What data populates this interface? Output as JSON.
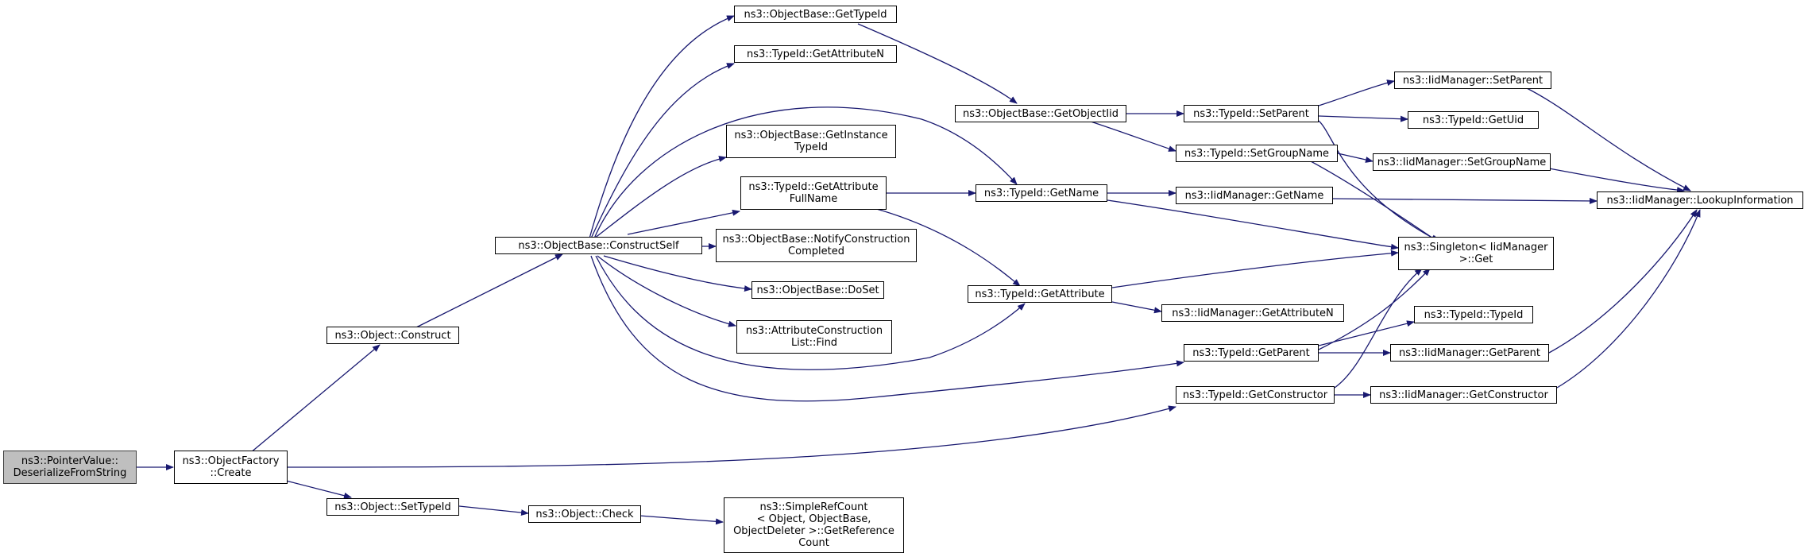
{
  "colors": {
    "edge": "#191970",
    "node_border": "#000000",
    "root_fill": "#bfbfbf",
    "node_fill": "#ffffff"
  },
  "nodes": {
    "root": "ns3::PointerValue::\nDeserializeFromString",
    "objfactory_create": "ns3::ObjectFactory\n::Create",
    "object_construct": "ns3::Object::Construct",
    "object_settypeid": "ns3::Object::SetTypeId",
    "object_check": "ns3::Object::Check",
    "simplerefcount": "ns3::SimpleRefCount\n< Object, ObjectBase,\n ObjectDeleter >::GetReference\nCount",
    "constructself": "ns3::ObjectBase::ConstructSelf",
    "objbase_gettypeid": "ns3::ObjectBase::GetTypeId",
    "typeid_getattributen": "ns3::TypeId::GetAttributeN",
    "objbase_getinstancetypeid": "ns3::ObjectBase::GetInstance\nTypeId",
    "typeid_getattributefullname": "ns3::TypeId::GetAttribute\nFullName",
    "objbase_notifyconstruction": "ns3::ObjectBase::NotifyConstruction\nCompleted",
    "objbase_doset": "ns3::ObjectBase::DoSet",
    "attrconstruction_find": "ns3::AttributeConstruction\nList::Find",
    "objbase_getobjectiid": "ns3::ObjectBase::GetObjectIid",
    "typeid_getname": "ns3::TypeId::GetName",
    "typeid_getattribute": "ns3::TypeId::GetAttribute",
    "typeid_setparent": "ns3::TypeId::SetParent",
    "typeid_setgroupname": "ns3::TypeId::SetGroupName",
    "iid_getname": "ns3::IidManager::GetName",
    "iid_getattributen": "ns3::IidManager::GetAttributeN",
    "typeid_getparent": "ns3::TypeId::GetParent",
    "typeid_getconstructor": "ns3::TypeId::GetConstructor",
    "iid_setparent": "ns3::IidManager::SetParent",
    "typeid_getuid": "ns3::TypeId::GetUid",
    "iid_setgroupname": "ns3::IidManager::SetGroupName",
    "singleton_get": "ns3::Singleton< IidManager\n >::Get",
    "typeid_typeid": "ns3::TypeId::TypeId",
    "iid_getparent": "ns3::IidManager::GetParent",
    "iid_getconstructor": "ns3::IidManager::GetConstructor",
    "iid_lookupinformation": "ns3::IidManager::LookupInformation"
  }
}
